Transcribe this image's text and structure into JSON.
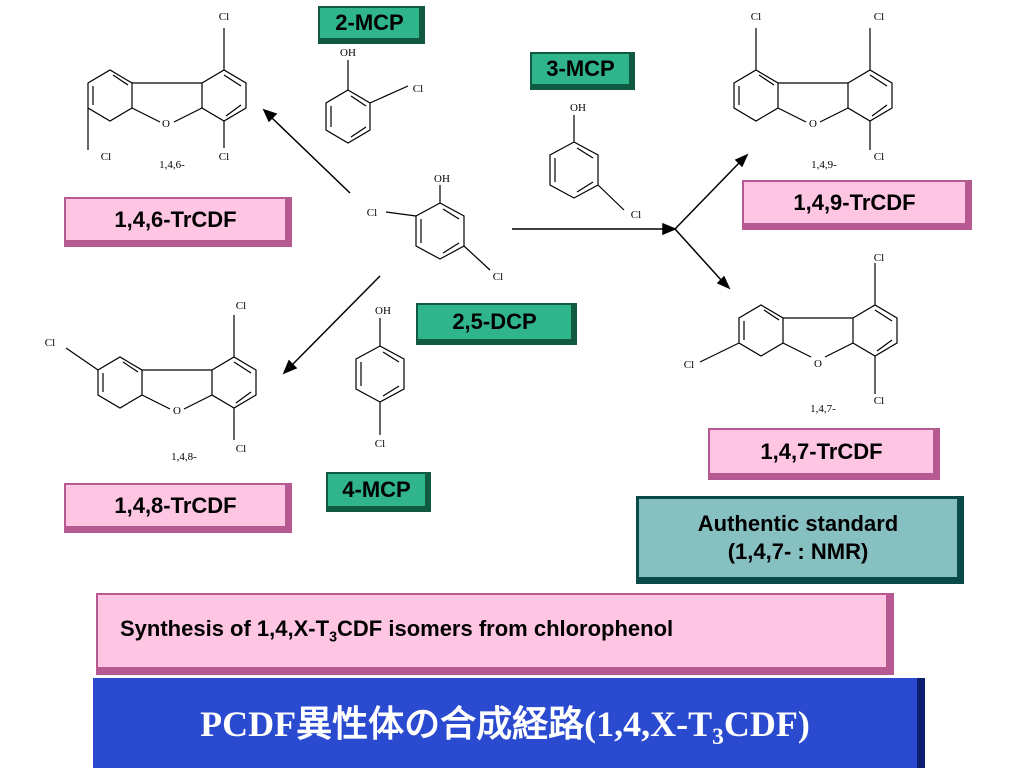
{
  "atom_labels": {
    "cl": "Cl",
    "oh": "OH",
    "o": "O"
  },
  "position_labels": {
    "p146": "1,4,6-",
    "p148": "1,4,8-",
    "p149": "1,4,9-",
    "p147": "1,4,7-"
  },
  "compound_boxes": {
    "mcp2": "2-MCP",
    "mcp3": "3-MCP",
    "mcp4": "4-MCP",
    "dcp25": "2,5-DCP",
    "trcdf146": "1,4,6-TrCDF",
    "trcdf148": "1,4,8-TrCDF",
    "trcdf149": "1,4,9-TrCDF",
    "trcdf147": "1,4,7-TrCDF"
  },
  "standard": {
    "line1": "Authentic standard",
    "line2": "(1,4,7-  :  NMR)"
  },
  "banner": {
    "prefix": "Synthesis of 1,4,X-T",
    "sub": "3",
    "suffix": "CDF isomers from chlorophenol"
  },
  "title": {
    "prefix": "PCDF異性体の合成経路(1,4,X-T",
    "sub": "3",
    "suffix": "CDF)"
  },
  "colors": {
    "green_box": "#2fb48c",
    "pink_box": "#ffc6e4",
    "teal_box": "#87c0c0",
    "title_bg": "#2a4ad0"
  }
}
